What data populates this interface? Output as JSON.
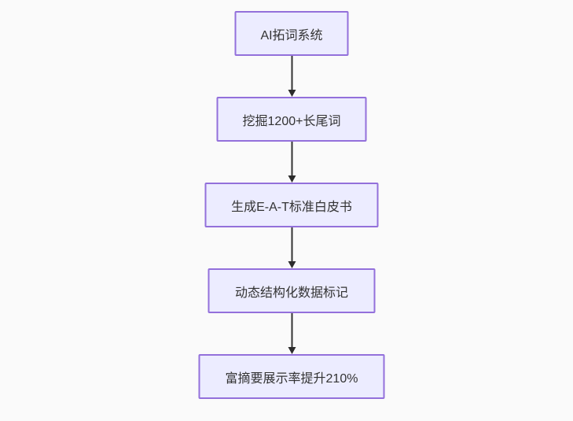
{
  "flowchart": {
    "type": "flowchart-vertical",
    "background_color": "#fafafa",
    "node_fill_color": "#ececff",
    "node_border_color": "#9370db",
    "text_color": "#333333",
    "arrow_color": "#333333",
    "nodes": [
      {
        "label": "AI拓词系统"
      },
      {
        "label": "挖掘1200+长尾词"
      },
      {
        "label": "生成E-A-T标准白皮书"
      },
      {
        "label": "动态结构化数据标记"
      },
      {
        "label": "富摘要展示率提升210%"
      }
    ],
    "edges": [
      {
        "from": 0,
        "to": 1,
        "style": "arrow-down"
      },
      {
        "from": 1,
        "to": 2,
        "style": "arrow-down"
      },
      {
        "from": 2,
        "to": 3,
        "style": "arrow-down"
      },
      {
        "from": 3,
        "to": 4,
        "style": "arrow-down"
      }
    ]
  }
}
